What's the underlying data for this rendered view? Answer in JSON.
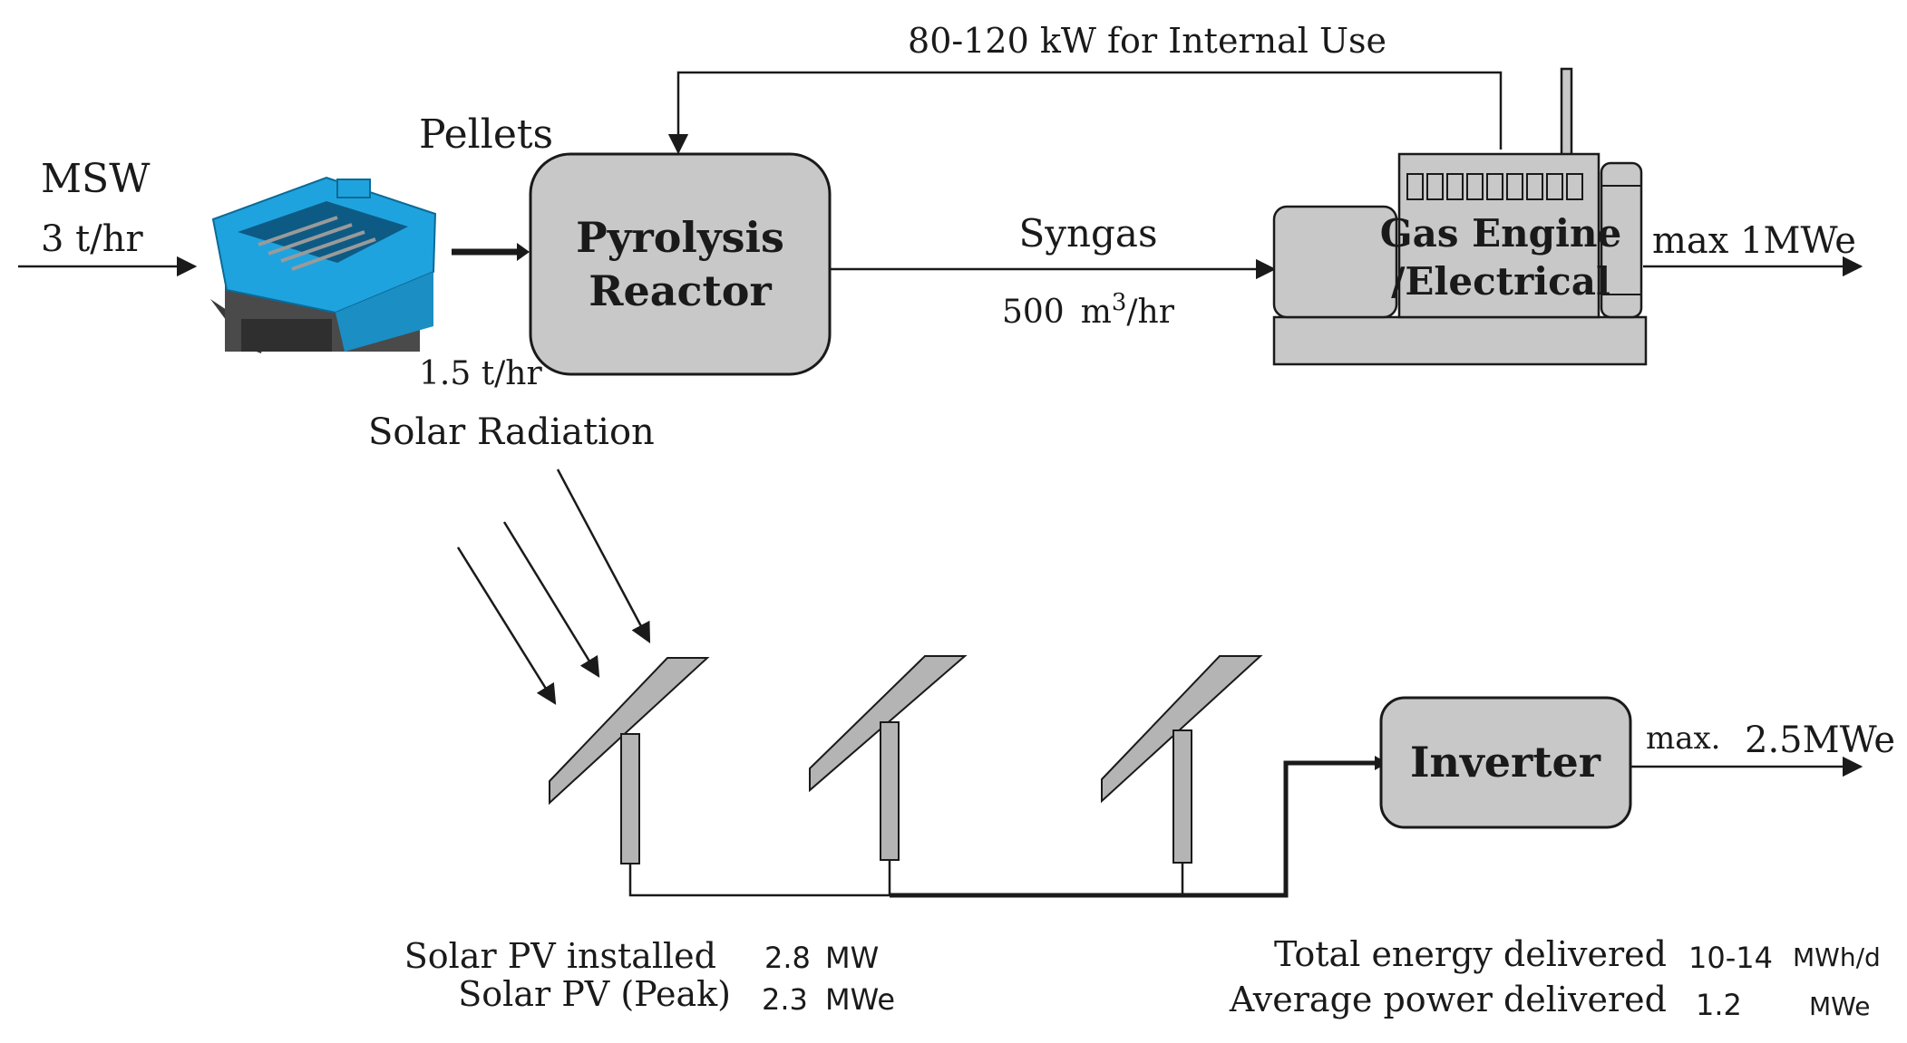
{
  "diagram": {
    "inputs": {
      "msw_label": "MSW",
      "msw_rate": "3 t/hr",
      "pellets_label": "Pellets",
      "pellets_rate": "1.5 t/hr",
      "solar_label": "Solar Radiation"
    },
    "feedback_label": "80-120 kW for Internal Use",
    "reactor_line1": "Pyrolysis",
    "reactor_line2": "Reactor",
    "syngas_label": "Syngas",
    "syngas_rate_value": "500",
    "syngas_rate_unit": "m",
    "syngas_rate_sup": "3",
    "syngas_rate_tail": "/hr",
    "engine_line1": "Gas Engine",
    "engine_line2": "/Electrical",
    "engine_output": "max  1MWe",
    "inverter_label": "Inverter",
    "inverter_output_prefix": "max.",
    "inverter_output_value": "2.5MWe",
    "stats_left": [
      {
        "label": "Solar PV installed",
        "value": "2.8",
        "unit": "MW"
      },
      {
        "label": "Solar PV (Peak)",
        "value": "2.3",
        "unit": "MWe"
      }
    ],
    "stats_right": [
      {
        "label": "Total energy delivered",
        "value": "10-14",
        "unit": "MWh/d"
      },
      {
        "label": "Average power delivered",
        "value": "1.2",
        "unit": "MWe"
      }
    ],
    "colors": {
      "box_fill": "#c8c8c8",
      "stroke": "#1a1a1a",
      "shredder_blue": "#1fa3df",
      "panel_fill": "#b4b4b4"
    }
  }
}
